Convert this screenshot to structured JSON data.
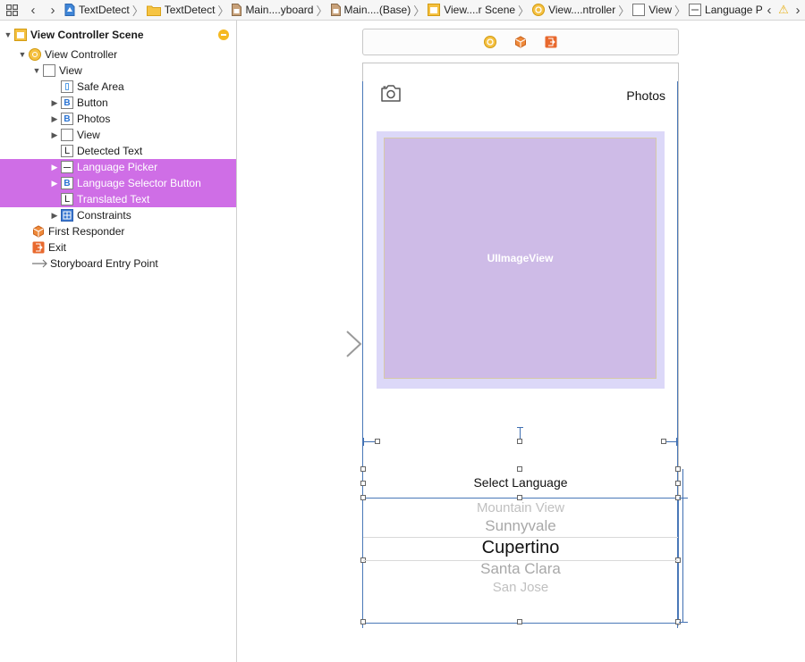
{
  "jumpbar": {
    "crumbs": [
      {
        "label": "TextDetect",
        "icon": "project-file-icon"
      },
      {
        "label": "TextDetect",
        "icon": "folder-icon"
      },
      {
        "label": "Main....yboard",
        "icon": "storyboard-file-icon"
      },
      {
        "label": "Main....(Base)",
        "icon": "storyboard-file-icon"
      },
      {
        "label": "View....r Scene",
        "icon": "scene-icon"
      },
      {
        "label": "View....ntroller",
        "icon": "view-controller-icon"
      },
      {
        "label": "View",
        "icon": "view-icon"
      },
      {
        "label": "Language Picker",
        "icon": "picker-icon"
      }
    ],
    "back_glyph": "‹",
    "forward_glyph": "›",
    "warning_glyph": "⚠"
  },
  "outline": {
    "scene_title": "View Controller Scene",
    "view_controller": "View Controller",
    "view": "View",
    "children": [
      {
        "label": "Safe Area",
        "kind": "safe-area",
        "disclosure": false
      },
      {
        "label": "Button",
        "kind": "button",
        "disclosure": true
      },
      {
        "label": "Photos",
        "kind": "button",
        "disclosure": true
      },
      {
        "label": "View",
        "kind": "view",
        "disclosure": true
      },
      {
        "label": "Detected Text",
        "kind": "label",
        "disclosure": false
      },
      {
        "label": "Language Picker",
        "kind": "picker",
        "disclosure": true,
        "selected": true
      },
      {
        "label": "Language Selector Button",
        "kind": "button",
        "disclosure": true,
        "selected": true
      },
      {
        "label": "Translated Text",
        "kind": "label",
        "disclosure": false,
        "selected": true
      },
      {
        "label": "Constraints",
        "kind": "constraints",
        "disclosure": true
      }
    ],
    "first_responder": "First Responder",
    "exit": "Exit",
    "entry_point": "Storyboard Entry Point",
    "selection_color": "#cf6ee6"
  },
  "canvas": {
    "photos_button": "Photos",
    "image_view_label": "UIImageView",
    "select_language": "Select Language",
    "picker_items": [
      "Mountain View",
      "Sunnyvale",
      "Cupertino",
      "Santa Clara",
      "San Jose"
    ],
    "picker_selected_index": 2
  }
}
